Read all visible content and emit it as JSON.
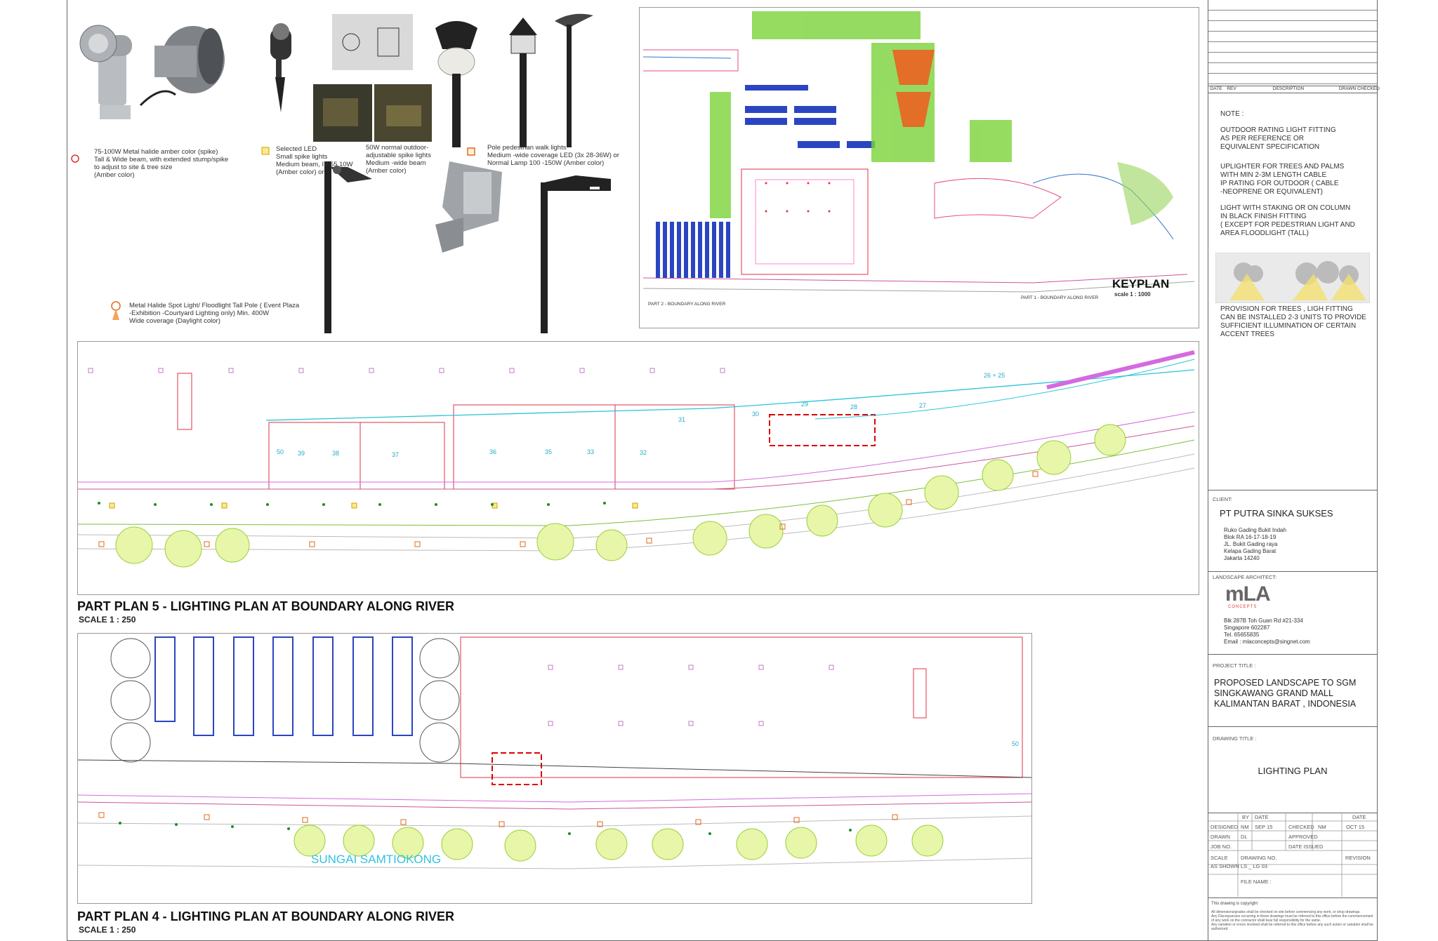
{
  "products": {
    "spike_amber": "75-100W Metal halide amber color (spike)\nTall & Wide beam,  with extended stump/spike\nto adjust to site & tree size\n(Amber color)",
    "selected_led": "Selected LED\nSmall spike lights\nMedium beam, IP 65 10W\n(Amber color) or",
    "outdoor_spike": "50W normal outdoor-\nadjustable spike lights\nMedium -wide beam\n(Amber color)",
    "pole_pedestrian": "Pole pedestrian walk   lights\nMedium -wide coverage  LED (3x 28-36W) or\nNormal Lamp  100 -150W (Amber color)",
    "floodlight": "Metal Halide Spot Light/ Floodlight  Tall Pole ( Event Plaza\n-Exhibition -Courtyard  Lighting only)  Min. 400W\nWide coverage  (Daylight color)"
  },
  "keyplan": {
    "title": "KEYPLAN",
    "scale": "scale 1 : 1000",
    "part1": "PART  1 -   BOUNDARY ALONG RIVER",
    "part2": "PART  2 -   BOUNDARY ALONG RIVER"
  },
  "plan5": {
    "title": "PART PLAN 5 -  LIGHTING PLAN AT BOUNDARY ALONG RIVER",
    "scale": "SCALE 1 : 250",
    "units": [
      "50",
      "39",
      "38",
      "37",
      "36",
      "35",
      "33",
      "32",
      "31",
      "30",
      "29",
      "28",
      "27",
      "26 + 25"
    ]
  },
  "plan4": {
    "title": "PART PLAN 4 -  LIGHTING PLAN AT BOUNDARY ALONG RIVER",
    "scale": "SCALE 1 : 250",
    "river": "SUNGAI  SAMTIOKONG",
    "unit": "50"
  },
  "titleblock": {
    "rev_headers": [
      "DATE",
      "REV",
      "DESCRIPTION",
      "DRAWN",
      "CHECKED"
    ],
    "note_title": "NOTE :",
    "note1": "OUTDOOR RATING LIGHT FITTING\nAS PER REFERENCE OR\nEQUIVALENT SPECIFICATION",
    "note2": "UPLIGHTER  FOR TREES AND PALMS\nWITH MIN 2-3M LENGTH CABLE\nIP RATING FOR OUTDOOR ( CABLE\n-NEOPRENE  OR EQUIVALENT)",
    "note3": "LIGHT WITH STAKING OR ON COLUMN\nIN BLACK FINISH FITTING\n( EXCEPT FOR PEDESTRIAN LIGHT AND\nAREA FLOODLIGHT  (TALL)",
    "note4": "PROVISION FOR  TREES , LIGH FITTING\nCAN BE INSTALLED 2-3 UNITS TO PROVIDE\nSUFFICIENT ILLUMINATION OF CERTAIN\nACCENT TREES",
    "client_label": "CLIENT:",
    "client_name": "PT PUTRA SINKA SUKSES",
    "client_address": "Ruko Gading Bukit Indah\nBlok RA 16-17-18-19\nJL. Bukit Gading raya\nKelapa Gading Barat\nJakarta 14240",
    "architect_label": "LANDSCAPE   ARCHITECT:",
    "logo_text": "mLA",
    "logo_sub": "CONCEPTS",
    "architect_address": "Blk 287B   Toh  Guan Rd #21-334\nSingapore 602287\nTel. 65655835\nEmail : mlaconcepts@singnet.com",
    "project_label": "PROJECT  TITLE     :",
    "project_title": "PROPOSED LANDSCAPE  TO  SGM\nSINGKAWANG GRAND MALL\nKALIMANTAN BARAT , INDONESIA",
    "drawing_label": "DRAWING  TITLE     :",
    "drawing_title": "LIGHTING PLAN",
    "by": "BY",
    "date": "DATE",
    "date2": "DATE",
    "designed": "DESIGNED",
    "designed_by": "NM",
    "designed_date": "SEP 15",
    "checked": "CHECKED",
    "checked_by": "NM",
    "checked_date": "OCT 15",
    "drawn": "DRAWN",
    "drawn_by": "DL",
    "approved": "APPROVED",
    "job_no": "JOB NO.",
    "date_issued": "DATE ISSUED",
    "scale_label": "SCALE",
    "scale_value": "AS SHOWN",
    "drawing_no_label": "DRAWING NO.",
    "drawing_no": "LS _ LG 03",
    "revision": "REVISION",
    "file_name": "FILE NAME :",
    "copyright": "This drawing is copyright",
    "disclaimer": "All dimensions/grades shall be checked on site before commencing any work, or shop drawings.\nAny Discrepancies occurring in these drawings must be referred to this office before the commencement\nof any work on the contractor shall bear full responsibility for the same.\nAny variation or errors involved shall be referred to this office before any such action or variation shall be\nauthorized."
  }
}
